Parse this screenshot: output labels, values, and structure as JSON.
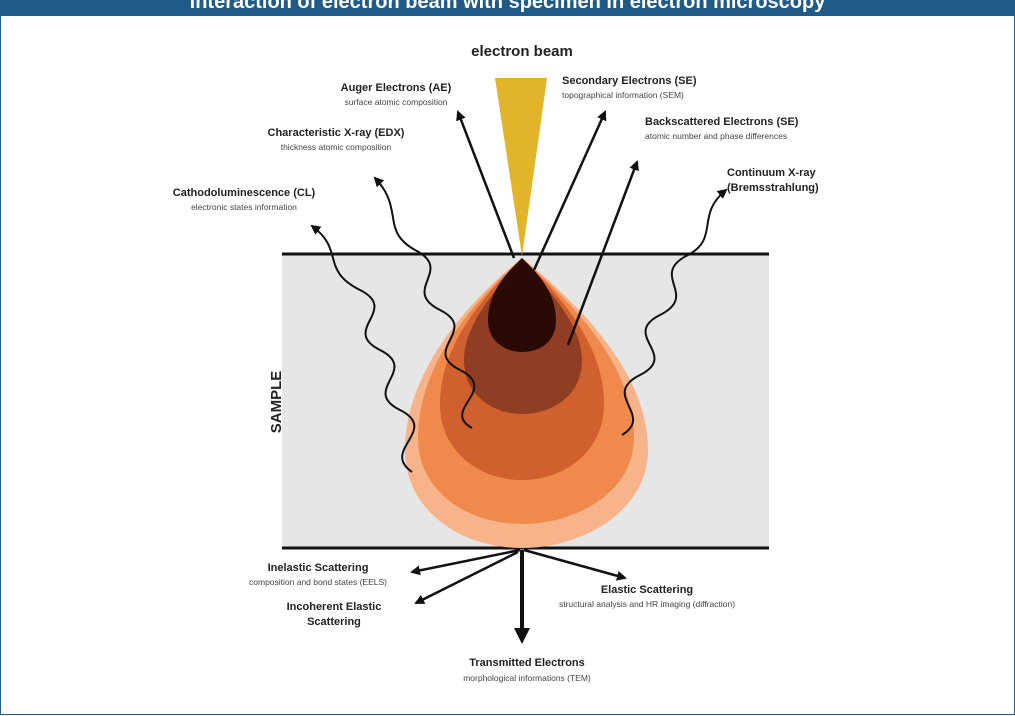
{
  "header": {
    "title": "Interaction of electron beam with specimen in electron microscopy"
  },
  "beam_label": "electron beam",
  "sample_label": "SAMPLE",
  "signals_top": [
    {
      "id": "ae",
      "title": "Auger Electrons (AE)",
      "subtitle": "surface atomic composition"
    },
    {
      "id": "se",
      "title": "Secondary Electrons (SE)",
      "subtitle": "topographical information (SEM)"
    },
    {
      "id": "bse",
      "title": "Backscattered Electrons (SE)",
      "subtitle": "atomic number and phase differences"
    },
    {
      "id": "edx",
      "title": "Characteristic X-ray (EDX)",
      "subtitle": "thickness atomic composition"
    },
    {
      "id": "cl",
      "title": "Cathodoluminescence (CL)",
      "subtitle": "electronic states information"
    },
    {
      "id": "cx",
      "title_lines": [
        "Continuum X-ray",
        "(Bremsstrahlung)"
      ]
    }
  ],
  "signals_bottom": [
    {
      "id": "inel",
      "title": "Inelastic Scattering",
      "subtitle": "composition and bond states (EELS)"
    },
    {
      "id": "incoh",
      "title_lines": [
        "Incoherent Elastic",
        "Scattering"
      ]
    },
    {
      "id": "el",
      "title": "Elastic Scattering",
      "subtitle": "structural analysis and HR imaging (diffraction)"
    },
    {
      "id": "te",
      "title": "Transmitted Electrons",
      "subtitle": "morphological informations (TEM)"
    }
  ],
  "colors": {
    "header": "#1f5b86",
    "beam": "#e1b42a",
    "sample": "#e6e6e6",
    "volume_outer": "#f7b48a",
    "volume_2": "#f08a4c",
    "volume_3": "#d0602d",
    "volume_4": "#8f3d23",
    "volume_core": "#2a0a05"
  }
}
